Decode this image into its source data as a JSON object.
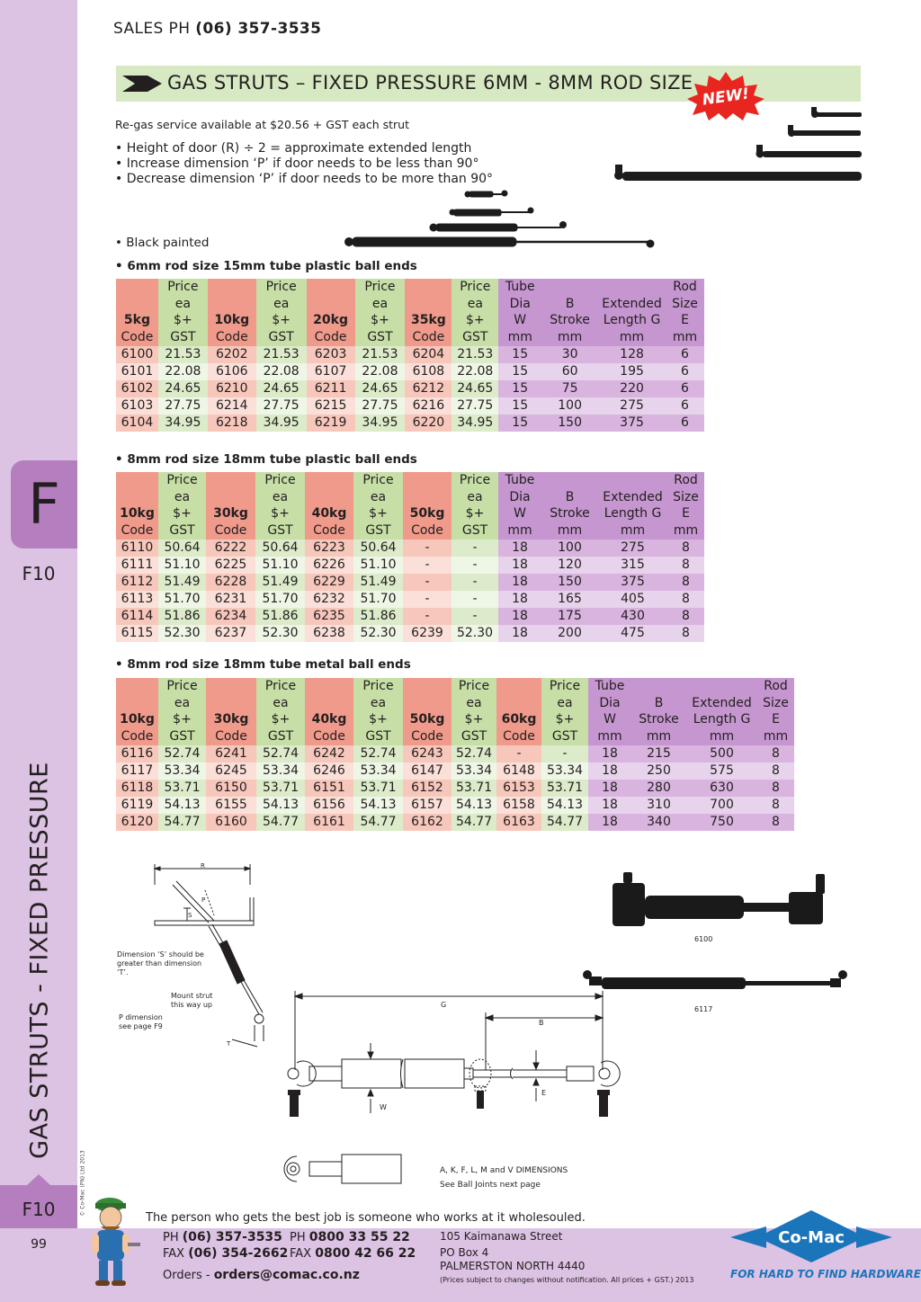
{
  "sales": {
    "label": "SALES  PH",
    "phone": "(06) 357-3535"
  },
  "title": "GAS STRUTS – FIXED PRESSURE 6MM - 8MM ROD SIZE",
  "badge": "NEW!",
  "intro": {
    "regas": "Re-gas service available at $20.56 + GST each strut",
    "bullets": [
      "• Height of door (R) ÷ 2 = approximate extended length",
      "• Increase dimension ‘P’ if door needs to be  less than 90°",
      "• Decrease dimension ‘P’ if door needs to be more than 90°"
    ]
  },
  "notes": {
    "black": "• Black painted"
  },
  "headers": {
    "price": [
      "Price",
      "ea",
      "$+",
      "GST"
    ],
    "tube": [
      "Tube",
      "Dia",
      "W",
      "mm"
    ],
    "stroke": [
      "B",
      "Stroke",
      "mm"
    ],
    "extended": [
      "Extended",
      "Length G",
      "mm"
    ],
    "rod": [
      "Rod",
      "Size",
      "E",
      "mm"
    ],
    "code": "Code"
  },
  "tables": [
    {
      "heading": "• 6mm rod size 15mm tube plastic ball ends",
      "weights": [
        "5kg",
        "10kg",
        "20kg",
        "35kg"
      ],
      "rows": [
        [
          "6100",
          "21.53",
          "6202",
          "21.53",
          "6203",
          "21.53",
          "6204",
          "21.53",
          "15",
          "30",
          "128",
          "6"
        ],
        [
          "6101",
          "22.08",
          "6106",
          "22.08",
          "6107",
          "22.08",
          "6108",
          "22.08",
          "15",
          "60",
          "195",
          "6"
        ],
        [
          "6102",
          "24.65",
          "6210",
          "24.65",
          "6211",
          "24.65",
          "6212",
          "24.65",
          "15",
          "75",
          "220",
          "6"
        ],
        [
          "6103",
          "27.75",
          "6214",
          "27.75",
          "6215",
          "27.75",
          "6216",
          "27.75",
          "15",
          "100",
          "275",
          "6"
        ],
        [
          "6104",
          "34.95",
          "6218",
          "34.95",
          "6219",
          "34.95",
          "6220",
          "34.95",
          "15",
          "150",
          "375",
          "6"
        ]
      ]
    },
    {
      "heading": "• 8mm rod size 18mm tube plastic ball ends",
      "weights": [
        "10kg",
        "30kg",
        "40kg",
        "50kg"
      ],
      "rows": [
        [
          "6110",
          "50.64",
          "6222",
          "50.64",
          "6223",
          "50.64",
          "-",
          "-",
          "18",
          "100",
          "275",
          "8"
        ],
        [
          "6111",
          "51.10",
          "6225",
          "51.10",
          "6226",
          "51.10",
          "-",
          "-",
          "18",
          "120",
          "315",
          "8"
        ],
        [
          "6112",
          "51.49",
          "6228",
          "51.49",
          "6229",
          "51.49",
          "-",
          "-",
          "18",
          "150",
          "375",
          "8"
        ],
        [
          "6113",
          "51.70",
          "6231",
          "51.70",
          "6232",
          "51.70",
          "-",
          "-",
          "18",
          "165",
          "405",
          "8"
        ],
        [
          "6114",
          "51.86",
          "6234",
          "51.86",
          "6235",
          "51.86",
          "-",
          "-",
          "18",
          "175",
          "430",
          "8"
        ],
        [
          "6115",
          "52.30",
          "6237",
          "52.30",
          "6238",
          "52.30",
          "6239",
          "52.30",
          "18",
          "200",
          "475",
          "8"
        ]
      ]
    },
    {
      "heading": "• 8mm rod size 18mm tube metal ball ends",
      "weights": [
        "10kg",
        "30kg",
        "40kg",
        "50kg",
        "60kg"
      ],
      "rows": [
        [
          "6116",
          "52.74",
          "6241",
          "52.74",
          "6242",
          "52.74",
          "6243",
          "52.74",
          "-",
          "-",
          "18",
          "215",
          "500",
          "8"
        ],
        [
          "6117",
          "53.34",
          "6245",
          "53.34",
          "6246",
          "53.34",
          "6147",
          "53.34",
          "6148",
          "53.34",
          "18",
          "250",
          "575",
          "8"
        ],
        [
          "6118",
          "53.71",
          "6150",
          "53.71",
          "6151",
          "53.71",
          "6152",
          "53.71",
          "6153",
          "53.71",
          "18",
          "280",
          "630",
          "8"
        ],
        [
          "6119",
          "54.13",
          "6155",
          "54.13",
          "6156",
          "54.13",
          "6157",
          "54.13",
          "6158",
          "54.13",
          "18",
          "310",
          "700",
          "8"
        ],
        [
          "6120",
          "54.77",
          "6160",
          "54.77",
          "6161",
          "54.77",
          "6162",
          "54.77",
          "6163",
          "54.77",
          "18",
          "340",
          "750",
          "8"
        ]
      ]
    }
  ],
  "diagram": {
    "R": "R",
    "P": "P",
    "S": "S",
    "T": "T",
    "G": "G",
    "B": "B",
    "E": "E",
    "W": "W",
    "dim_note": "Dimension ‘S’ should be greater than dimension ‘T’.",
    "mount_note": "Mount strut this way up",
    "p_note": "P dimension see page F9",
    "ball_note_1": "A, K, F, L, M and V DIMENSIONS",
    "ball_note_2": "See Ball Joints next page",
    "photo1": "6100",
    "photo2": "6117"
  },
  "sidebar": {
    "letter": "F",
    "code": "F10",
    "vertical": "GAS STRUTS - FIXED PRESSURE",
    "copyright": "© Co-Mac (PN) Ltd 2013",
    "page_code": "F10",
    "page_num": "99"
  },
  "footer": {
    "tagline": "The person who gets the best job is someone who works at it wholesouled.",
    "ph1_label": "PH",
    "ph1": "(06) 357-3535",
    "ph2_label": "PH",
    "ph2": "0800 33 55 22",
    "fax1_label": "FAX",
    "fax1": "(06) 354-2662",
    "fax2_label": "FAX",
    "fax2": "0800 42 66 22",
    "orders_label": "Orders -",
    "orders": "orders@comac.co.nz",
    "addr1": "105 Kaimanawa Street",
    "addr2": "PO Box 4",
    "addr3": "PALMERSTON NORTH 4440",
    "addr4": "(Prices subject to changes without notification.  All prices + GST.)  2013",
    "logo": "Co-Mac",
    "logo_tag": "FOR HARD TO FIND HARDWARE"
  },
  "colors": {
    "size_col": "#ef9a8a",
    "price_col": "#c7dfa7",
    "dim_col": "#c596cf",
    "sidebar": "#dcc2e3",
    "tab": "#b57fbf",
    "titlebar": "#d7e9c2",
    "brand": "#1b75bb"
  }
}
